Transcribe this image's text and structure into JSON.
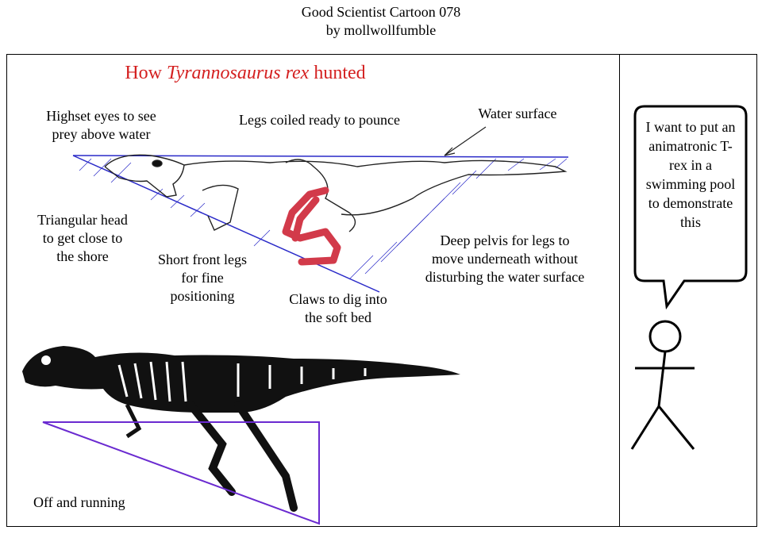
{
  "header": {
    "line1": "Good Scientist Cartoon 078",
    "line2": "by mollwollfumble"
  },
  "panel": {
    "title_prefix": "How ",
    "title_species": "Tyrannosaurus rex",
    "title_suffix": " hunted",
    "title_color": "#d42020",
    "labels": {
      "eyes_1": "Highset eyes to see",
      "eyes_2": "prey above water",
      "legs_coiled": "Legs coiled ready to pounce",
      "water_surface": "Water surface",
      "head_1": "Triangular head",
      "head_2": "to get close to",
      "head_3": "the shore",
      "front_legs_1": "Short front legs",
      "front_legs_2": "for fine",
      "front_legs_3": "positioning",
      "claws_1": "Claws to dig into",
      "claws_2": "the soft bed",
      "pelvis_1": "Deep pelvis for legs to",
      "pelvis_2": "move underneath without",
      "pelvis_3": "disturbing the water surface",
      "running": "Off and running"
    },
    "line_color": "#2a2ac8",
    "triangle_color": "#6a2ad0",
    "leg_color": "#d23a4a"
  },
  "side_panel": {
    "speech": "I want to put an animatronic T-rex in a swimming pool to demonstrate this"
  }
}
